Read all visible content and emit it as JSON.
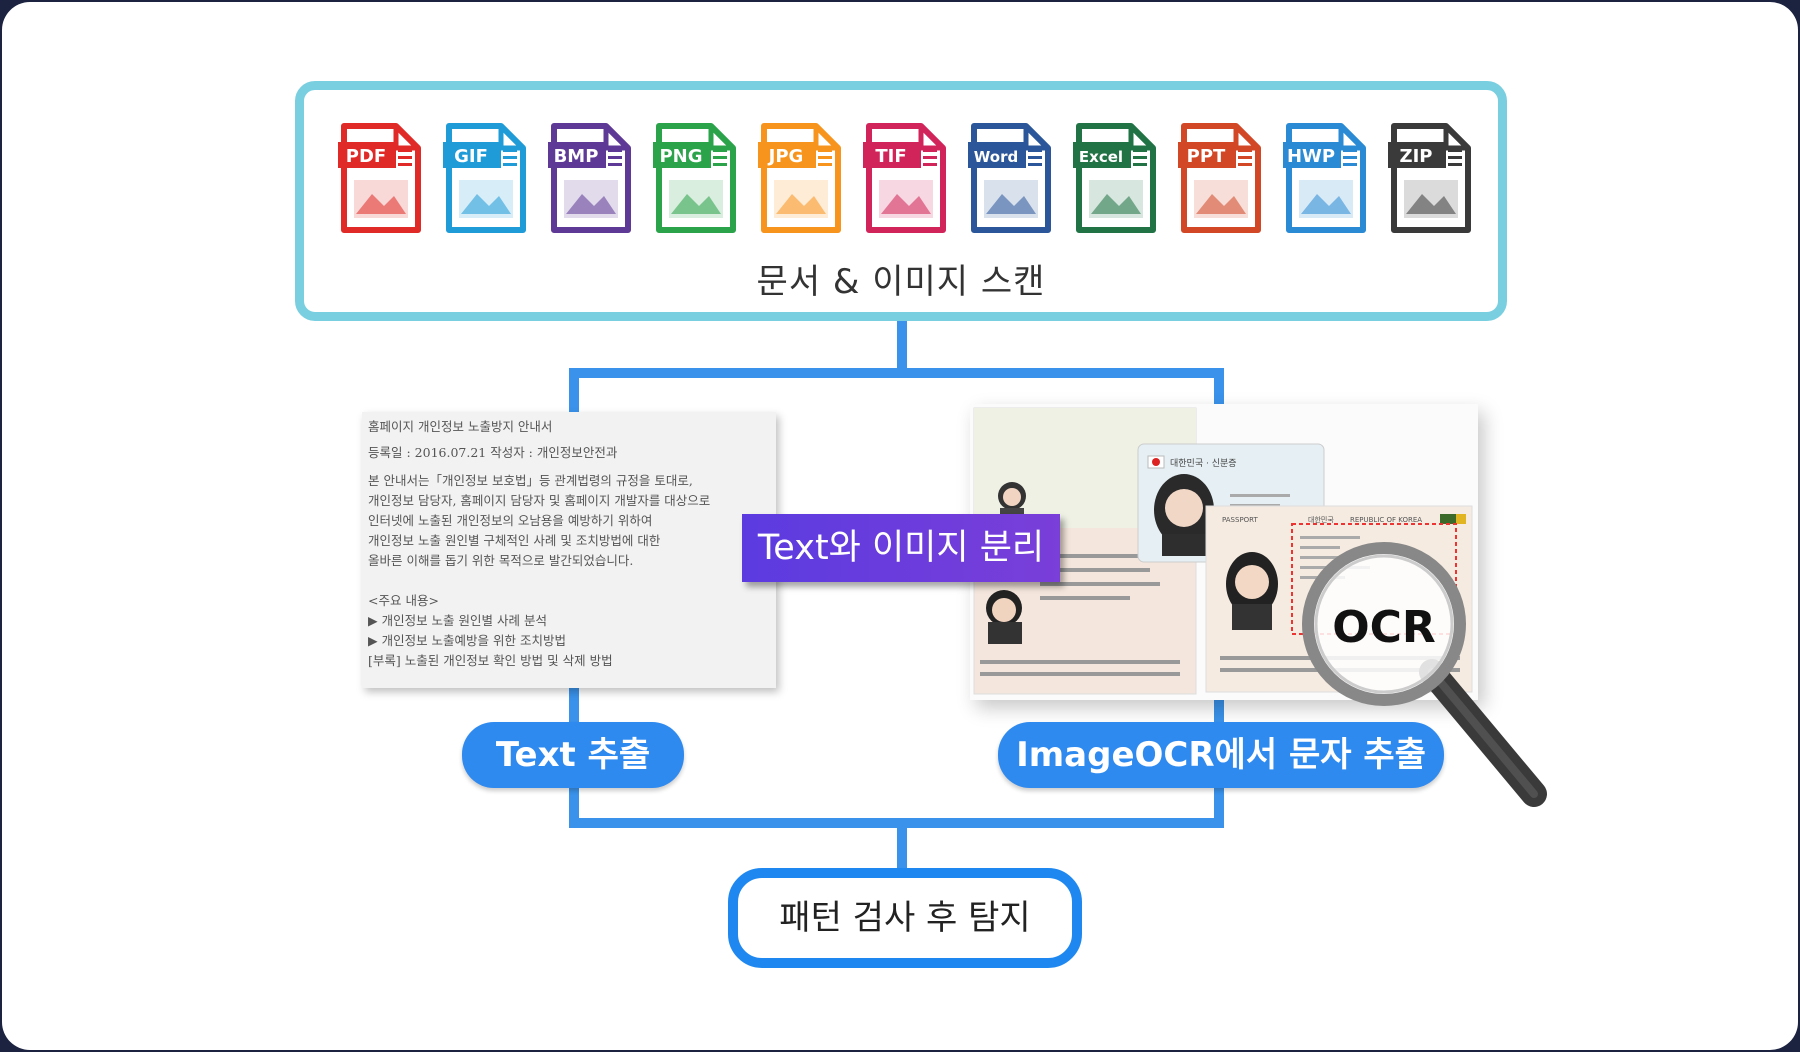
{
  "scan_box": {
    "label": "문서 & 이미지 스캔",
    "file_types": [
      {
        "label": "PDF",
        "color": "#e02a27",
        "icon": "pdf-icon"
      },
      {
        "label": "GIF",
        "color": "#1f9bd7",
        "icon": "gif-icon"
      },
      {
        "label": "BMP",
        "color": "#5e3a96",
        "icon": "bmp-icon"
      },
      {
        "label": "PNG",
        "color": "#2aa34a",
        "icon": "png-icon"
      },
      {
        "label": "JPG",
        "color": "#f7941d",
        "icon": "jpg-icon"
      },
      {
        "label": "TIF",
        "color": "#d1245a",
        "icon": "tif-icon"
      },
      {
        "label": "Word",
        "color": "#2b579a",
        "icon": "word-icon"
      },
      {
        "label": "Excel",
        "color": "#217346",
        "icon": "excel-icon"
      },
      {
        "label": "PPT",
        "color": "#d24726",
        "icon": "ppt-icon"
      },
      {
        "label": "HWP",
        "color": "#2a8ad4",
        "icon": "hwp-icon"
      },
      {
        "label": "ZIP",
        "color": "#3a3a3a",
        "icon": "zip-icon"
      }
    ]
  },
  "document_preview": {
    "lines": [
      "홈페이지 개인정보 노출방지 안내서",
      "등록일 : 2016.07.21 작성자 : 개인정보안전과",
      " 본 안내서는「개인정보 보호법」등 관계법령의 규정을 토대로,",
      "개인정보 담당자, 홈페이지 담당자 및 홈페이지 개발자를 대상으로",
      "인터넷에 노출된 개인정보의 오남용을 예방하기 위하여",
      "개인정보 노출 원인별 구체적인 사례 및 조치방법에 대한",
      "올바른 이해를 돕기 위한 목적으로 발간되었습니다.",
      "<주요 내용>",
      "▶ 개인정보 노출 원인별 사례 분석",
      "▶ 개인정보 노출예방을 위한 조치방법",
      "[부록] 노출된 개인정보 확인 방법 및 삭제 방법"
    ]
  },
  "separation_label": "Text와 이미지 분리",
  "id_images": {
    "passport_header": "REPUBLIC OF KOREA",
    "passport_label": "PASSPORT",
    "korean_header": "대한민국",
    "id_card_header": "대한민국 · 신분증",
    "ocr_label": "OCR"
  },
  "text_extract_pill": "Text 추출",
  "image_ocr_pill": "ImageOCR에서 문자 추출",
  "result_box": "패턴 검사 후 탐지",
  "colors": {
    "scan_border": "#79cfe0",
    "connector": "#3a92ea",
    "pill": "#2f8af0",
    "result_border": "#1f88f0",
    "separation_label": "#6a3ddc"
  }
}
